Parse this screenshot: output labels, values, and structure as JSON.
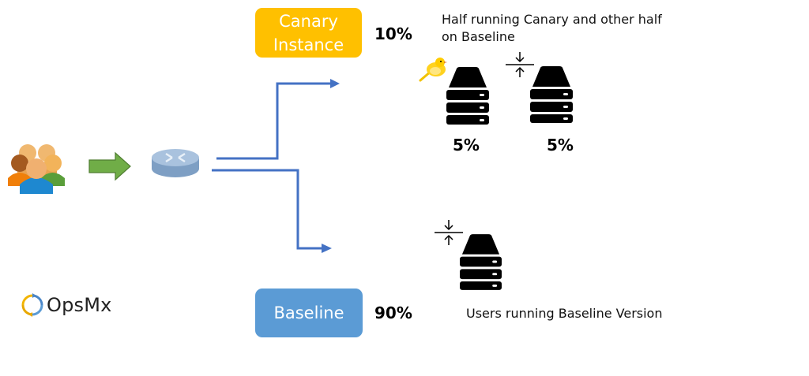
{
  "diagram": {
    "title": "Canary deployment traffic split",
    "canary": {
      "label_line1": "Canary",
      "label_line2": "Instance",
      "percent": "10%",
      "description_line1": "Half running Canary and other half",
      "description_line2": "on Baseline",
      "servers": [
        {
          "role": "canary",
          "percent": "5%",
          "badge_icon": "canary-bird-icon"
        },
        {
          "role": "baseline",
          "percent": "5%",
          "badge_icon": "compress-arrows-icon"
        }
      ]
    },
    "baseline": {
      "label": "Baseline",
      "percent": "90%",
      "description": "Users running Baseline Version",
      "server": {
        "role": "baseline",
        "badge_icon": "compress-arrows-icon"
      }
    },
    "source": {
      "users_icon": "users-group-icon",
      "flow_arrow_icon": "green-arrow-icon",
      "router_icon": "router-icon"
    },
    "logo": {
      "text": "OpsMx",
      "icon": "opsmx-cycle-icon"
    },
    "colors": {
      "canary": "#ffc000",
      "baseline": "#5b9bd5",
      "route_line": "#4472c4",
      "flow_arrow": "#70ad47",
      "server": "#000000"
    }
  }
}
